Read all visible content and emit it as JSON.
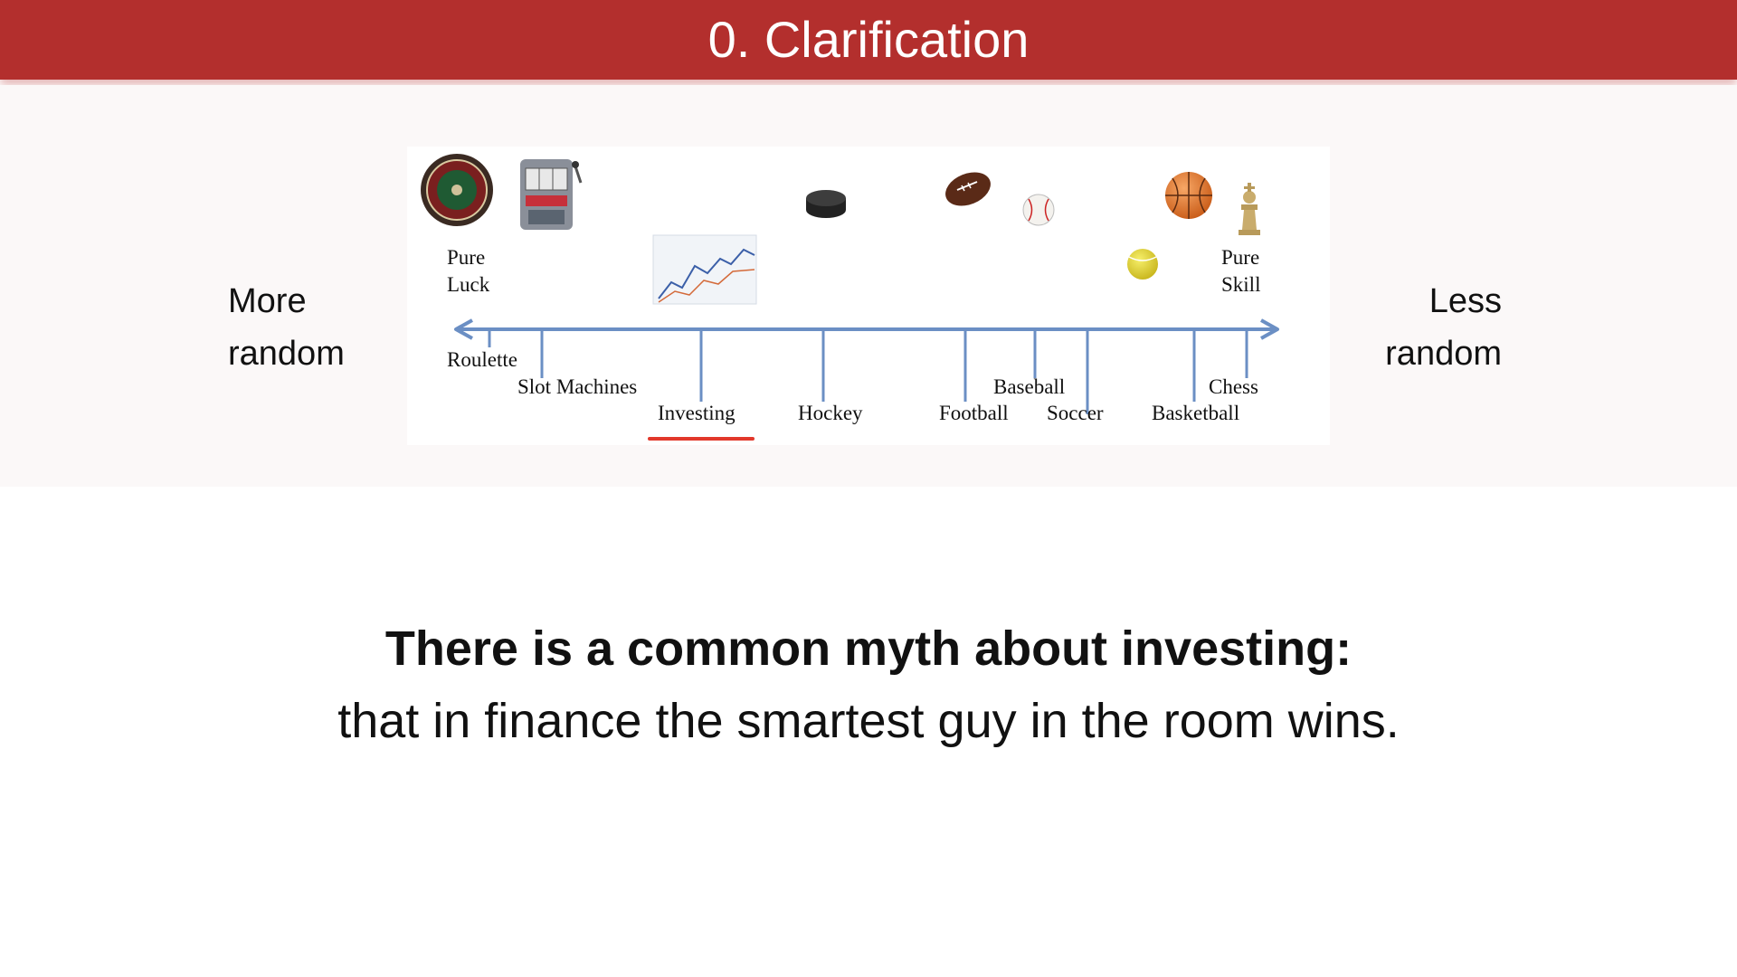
{
  "slide": {
    "title": "0. Clarification",
    "left_label": [
      "More",
      "random"
    ],
    "right_label": [
      "Less",
      "random"
    ],
    "myth_heading": "There is a common myth about investing:",
    "myth_text": "that in finance the smartest guy in the room wins.",
    "title_bar_color": "#b32f2d"
  },
  "diagram": {
    "end_left": [
      "Pure",
      "Luck"
    ],
    "end_right": [
      "Pure",
      "Skill"
    ],
    "axis_color": "#6b8fc4",
    "highlight_color": "#e2382b",
    "highlighted_item": "Investing",
    "items": [
      {
        "label": "Roulette",
        "icon": "roulette-wheel-icon"
      },
      {
        "label": "Slot Machines",
        "icon": "slot-machine-icon"
      },
      {
        "label": "Investing",
        "icon": "stock-chart-icon"
      },
      {
        "label": "Hockey",
        "icon": "hockey-puck-icon"
      },
      {
        "label": "Football",
        "icon": "football-icon"
      },
      {
        "label": "Baseball",
        "icon": "baseball-icon"
      },
      {
        "label": "Soccer",
        "icon": "tennis-ball-icon"
      },
      {
        "label": "Basketball",
        "icon": "basketball-icon"
      },
      {
        "label": "Chess",
        "icon": "chess-piece-icon"
      }
    ]
  }
}
